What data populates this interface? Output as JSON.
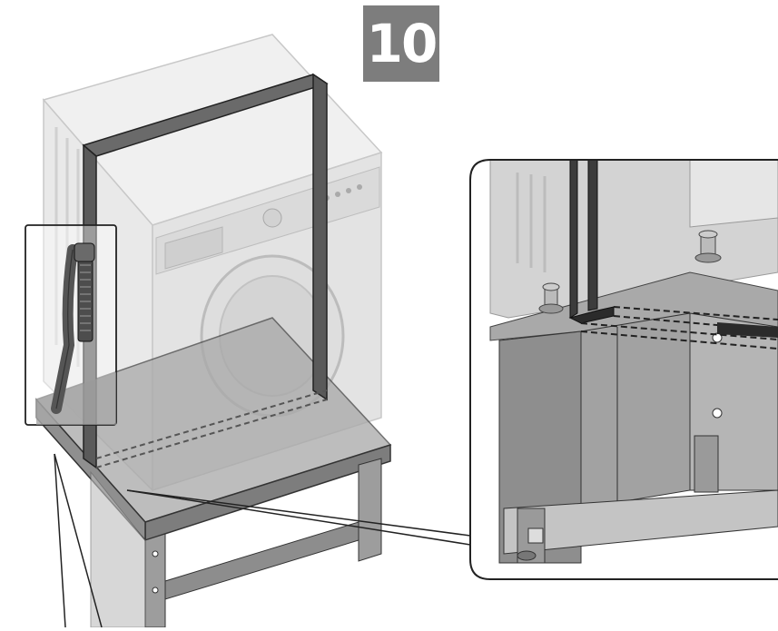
{
  "step": {
    "number": "10"
  },
  "illustration": {
    "main_view": "washing-machine-on-pedestal-with-strap",
    "inset_left": "strap-buckle-detail",
    "inset_right": "pedestal-feet-detail"
  },
  "colors": {
    "badge": "#7d7d7d",
    "strap": "#5a5a5a",
    "machine": "#e6e6e6",
    "pedestal": "#9a9a9a",
    "outline": "#222222"
  }
}
